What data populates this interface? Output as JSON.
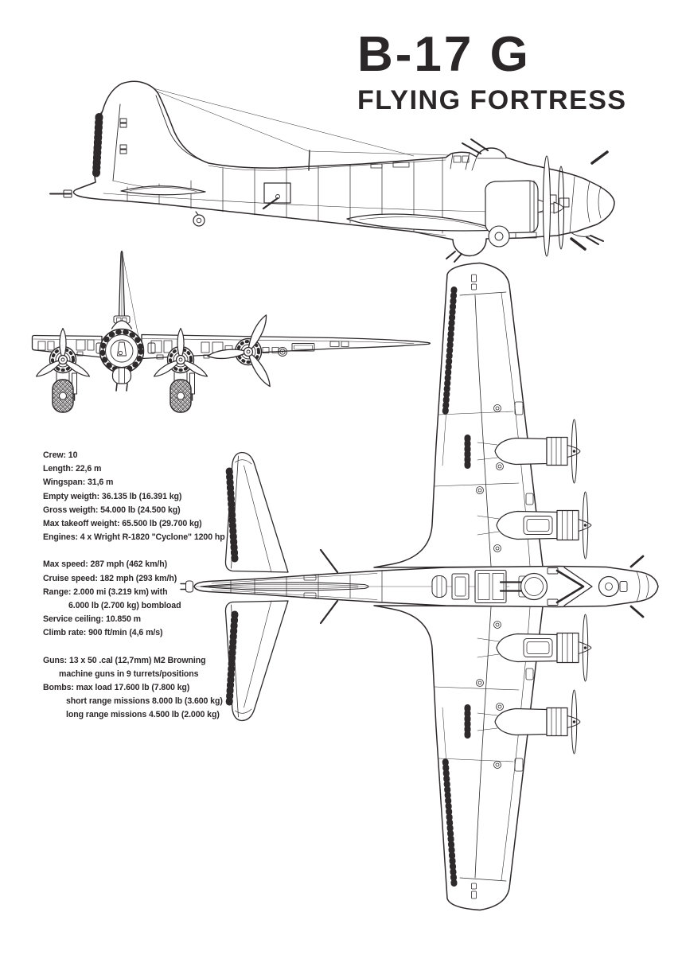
{
  "title": {
    "line1": "B-17 G",
    "line2": "FLYING FORTRESS"
  },
  "specs": {
    "general": [
      "Crew: 10",
      "Length: 22,6 m",
      "Wingspan: 31,6 m",
      "Empty weigth: 36.135 lb (16.391 kg)",
      "Gross weigth: 54.000 lb (24.500 kg)",
      "Max takeoff weight: 65.500 lb (29.700 kg)",
      "Engines: 4 x Wright R-1820 \"Cyclone\" 1200 hp"
    ],
    "performance": [
      "Max speed: 287 mph (462 km/h)",
      "Cruise speed: 182 mph (293 km/h)",
      "Range: 2.000 mi (3.219 km) with",
      "6.000 lb (2.700 kg) bombload",
      "Service ceiling: 10.850 m",
      "Climb rate: 900 ft/min (4,6 m/s)"
    ],
    "armament": [
      "Guns: 13 x 50 .cal (12,7mm) M2 Browning",
      "machine guns in 9 turrets/positions",
      "Bombs: max load 17.600 lb (7.800 kg)",
      "short range missions 8.000 lb (3.600 kg)",
      "long range missions 4.500 lb (2.000 kg)"
    ]
  },
  "colors": {
    "line": "#2e2a2b",
    "title_text": "#2b2728",
    "background": "#ffffff"
  }
}
